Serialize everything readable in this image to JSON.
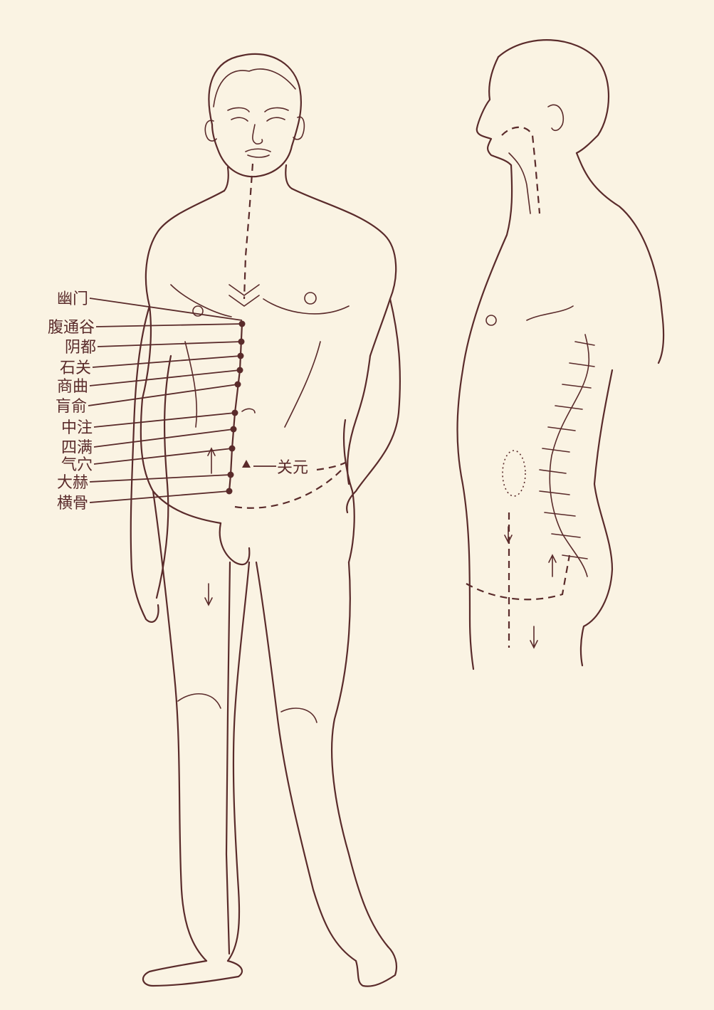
{
  "colors": {
    "background": "#faf3e3",
    "ink": "#5a2b2b"
  },
  "points": [
    {
      "label": "幽门"
    },
    {
      "label": "腹通谷"
    },
    {
      "label": "阴都"
    },
    {
      "label": "石关"
    },
    {
      "label": "商曲"
    },
    {
      "label": "肓俞"
    },
    {
      "label": "中注"
    },
    {
      "label": "四满"
    },
    {
      "label": "气穴"
    },
    {
      "label": "大赫"
    },
    {
      "label": "横骨"
    }
  ],
  "extra_point": {
    "label": "关元"
  }
}
